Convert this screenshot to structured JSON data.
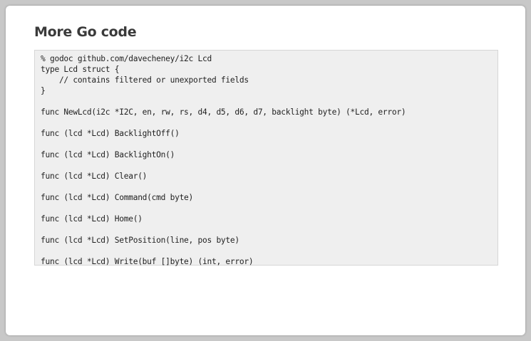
{
  "slide": {
    "title": "More Go code",
    "code_lines": [
      "% godoc github.com/davecheney/i2c Lcd",
      "type Lcd struct {",
      "    // contains filtered or unexported fields",
      "}",
      "",
      "func NewLcd(i2c *I2C, en, rw, rs, d4, d5, d6, d7, backlight byte) (*Lcd, error)",
      "",
      "func (lcd *Lcd) BacklightOff()",
      "",
      "func (lcd *Lcd) BacklightOn()",
      "",
      "func (lcd *Lcd) Clear()",
      "",
      "func (lcd *Lcd) Command(cmd byte)",
      "",
      "func (lcd *Lcd) Home()",
      "",
      "func (lcd *Lcd) SetPosition(line, pos byte)",
      "",
      "func (lcd *Lcd) Write(buf []byte) (int, error)"
    ]
  },
  "colors": {
    "background": "#c8c8c8",
    "slide": "#ffffff",
    "code_background": "#efefef",
    "title": "#3a3a3a"
  }
}
